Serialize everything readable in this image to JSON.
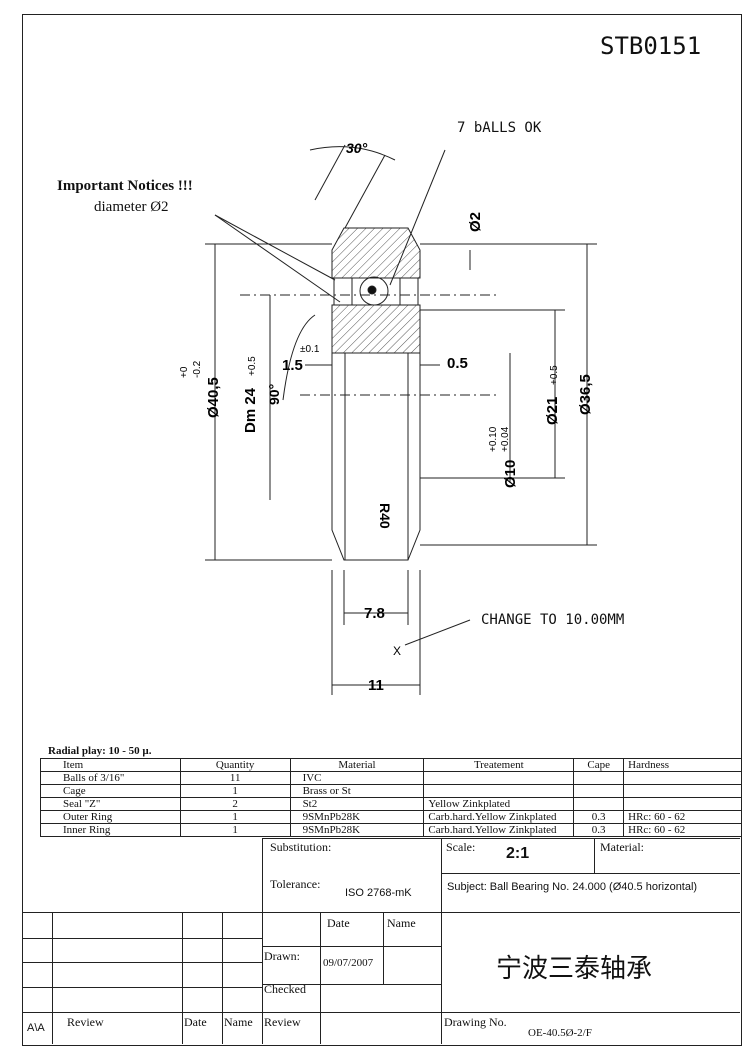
{
  "drawing": {
    "code": "STB0151",
    "balls_note": "7 bALLS OK",
    "notice_title": "Important Notices !!!",
    "notice_text": "diameter Ø2",
    "angle_top": "30°",
    "angle_left": "90°",
    "dim_ball": "Ø2",
    "dim_od": "Ø40,5",
    "dim_od_tol_upper": "+0",
    "dim_od_tol_lower": "-0.2",
    "dim_dm": "Dm 24",
    "dim_dm_tol": "+0.5",
    "dim_chamfer": "1.5",
    "dim_chamfer_tol": "±0.1",
    "dim_gap": "0.5",
    "dim_d21": "Ø21",
    "dim_d21_tol": "+0.5",
    "dim_d36": "Ø36,5",
    "dim_bore": "Ø10",
    "dim_bore_tol_upper": "+0.10",
    "dim_bore_tol_lower": "+0.04",
    "dim_radius": "R40",
    "dim_w78": "7.8",
    "dim_w11": "11",
    "change_note": "CHANGE TO 10.00MM",
    "x_mark": "X"
  },
  "bom": {
    "radial_play": "Radial play: 10 - 50 µ.",
    "headers": [
      "Item",
      "Quantity",
      "Material",
      "Treatement",
      "Cape",
      "Hardness"
    ],
    "rows": [
      [
        "Balls of 3/16\"",
        "11",
        "IVC",
        "",
        "",
        ""
      ],
      [
        "Cage",
        "1",
        "Brass or St",
        "",
        "",
        ""
      ],
      [
        "Seal \"Z\"",
        "2",
        "St2",
        "Yellow Zinkplated",
        "",
        ""
      ],
      [
        "Outer Ring",
        "1",
        "9SMnPb28K",
        "Carb.hard.Yellow Zinkplated",
        "0.3",
        "HRc: 60 - 62"
      ],
      [
        "Inner Ring",
        "1",
        "9SMnPb28K",
        "Carb.hard.Yellow Zinkplated",
        "0.3",
        "HRc: 60 - 62"
      ]
    ]
  },
  "title_block": {
    "substitution_label": "Substitution:",
    "scale_label": "Scale:",
    "scale_value": "2:1",
    "material_label": "Material:",
    "tolerance_label": "Tolerance:",
    "tolerance_value": "ISO 2768-mK",
    "subject": "Subject:  Ball Bearing No. 24.000 (Ø40.5 horizontal)",
    "date_label": "Date",
    "name_label": "Name",
    "drawn_label": "Drawn:",
    "drawn_date": "09/07/2007",
    "checked_label": "Checked",
    "company": "宁波三泰轴承",
    "revision_mark": "A\\A",
    "review_label": "Review",
    "rev_date_label": "Date",
    "rev_name_label": "Name",
    "review2_label": "Review",
    "drawing_no_label": "Drawing  No.",
    "drawing_no": "OE-40.5Ø-2/F"
  }
}
